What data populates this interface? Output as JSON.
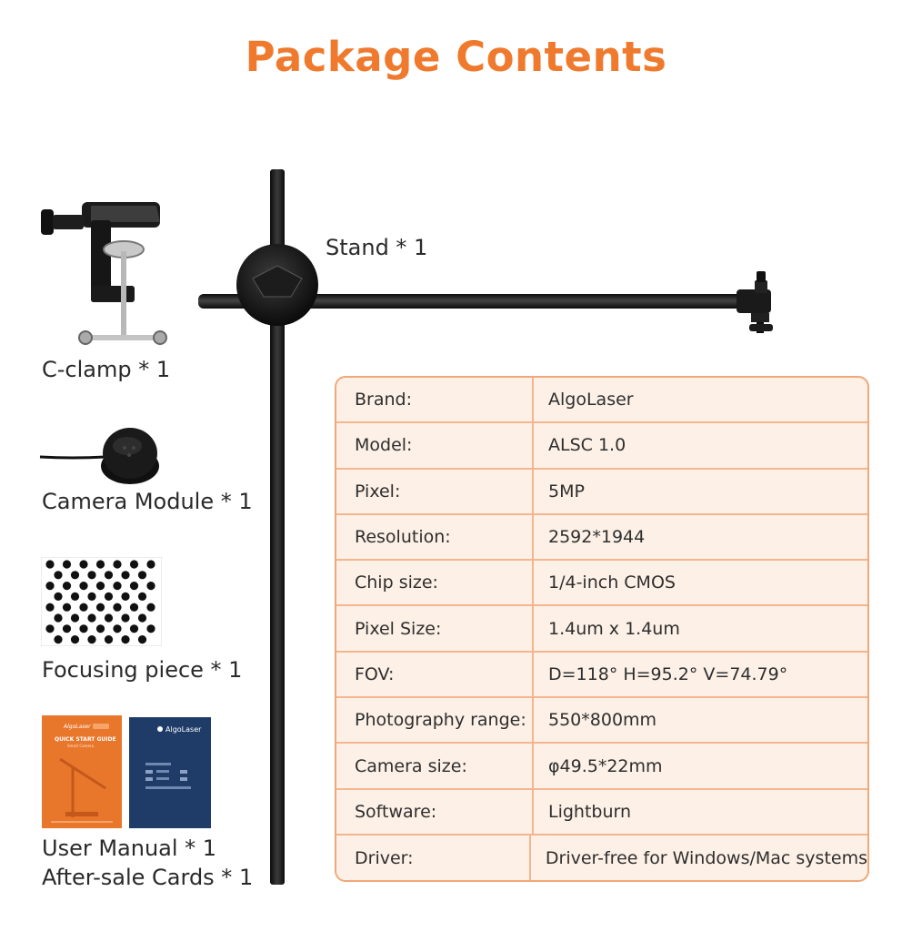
{
  "title": "Package Contents",
  "items": {
    "stand": "Stand * 1",
    "c_clamp": "C-clamp * 1",
    "camera_module": "Camera Module * 1",
    "focusing_piece": "Focusing piece * 1",
    "user_manual": "User Manual * 1",
    "after_sale_cards": "After-sale Cards * 1"
  },
  "manual": {
    "brand": "AlgoLaser",
    "title": "QUICK START GUIDE",
    "subtitle": "Smart Camera"
  },
  "card": {
    "brand": "AlgoLaser"
  },
  "specs": [
    {
      "key": "Brand:",
      "value": "AlgoLaser"
    },
    {
      "key": "Model:",
      "value": "ALSC 1.0"
    },
    {
      "key": "Pixel:",
      "value": "5MP"
    },
    {
      "key": "Resolution:",
      "value": "2592*1944"
    },
    {
      "key": "Chip size:",
      "value": "1/4-inch CMOS"
    },
    {
      "key": "Pixel Size:",
      "value": "1.4um x 1.4um"
    },
    {
      "key": "FOV:",
      "value": "D=118° H=95.2° V=74.79°"
    },
    {
      "key": "Photography range:",
      "value": "550*800mm"
    },
    {
      "key": "Camera size:",
      "value": "φ49.5*22mm"
    },
    {
      "key": "Software:",
      "value": "Lightburn"
    },
    {
      "key": "Driver:",
      "value": "Driver-free for Windows/Mac systems"
    }
  ],
  "colors": {
    "accent": "#ef7a2e",
    "table_bg": "#fdf0e6",
    "table_border": "#f0a879",
    "manual_orange": "#e8762b",
    "card_blue": "#1f3c68"
  }
}
